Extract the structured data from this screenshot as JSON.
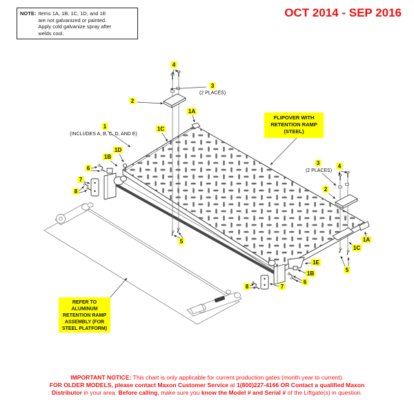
{
  "note_box": {
    "label": "NOTE:",
    "lines": [
      "Items 1A, 1B, 1C, 1D, and 1E",
      "are not galvanized or painted.",
      "Apply cold galvanize spray after",
      "welds cool."
    ]
  },
  "date_range": "OCT 2014 - SEP 2016",
  "diagram": {
    "flipover_label": {
      "line1": "FLIPOVER WITH",
      "line2": "RETENTION RAMP",
      "line3": "(STEEL)"
    },
    "refer_label": {
      "line1": "REFER TO",
      "line2": "ALUMINUM",
      "line3": "RETENTION RAMP",
      "line4": "ASSEMBLY (FOR",
      "line5": "STEEL PLATFORM)"
    },
    "callouts": {
      "n1": "1",
      "n1_note": "(INCLUDES A, B, C, D, AND E)",
      "n1a": "1A",
      "n1b": "1B",
      "n1c": "1C",
      "n1d": "1D",
      "n1e": "1E",
      "n2": "2",
      "n3": "3",
      "n3_note": "(2 PLACES)",
      "n4": "4",
      "n5": "5",
      "n6": "6",
      "n7": "7",
      "n8": "8"
    }
  },
  "footer_notice": {
    "line1_bold": "IMPORTANT NOTICE:",
    "line1_rest": " This chart is only applicable for current production gates (month year to current).",
    "line2_bold1": "FOR OLDER MODELS, please contact Maxon Customer Service",
    "line2_rest1": " at ",
    "line2_bold2": "1(800)227-4166 OR Contact a qualified Maxon",
    "line3_bold1": "Distributor",
    "line3_rest1": " in your area. ",
    "line3_bold2": "Before calling",
    "line3_rest2": ", make sure you ",
    "line3_bold3": "know the Model # and Serial #",
    "line3_rest3": " of the Liftgate(s) in question."
  },
  "colors": {
    "accent_red": "#ed1111",
    "highlight_yellow": "#ffff00",
    "line_gray": "#3d3d3d"
  }
}
